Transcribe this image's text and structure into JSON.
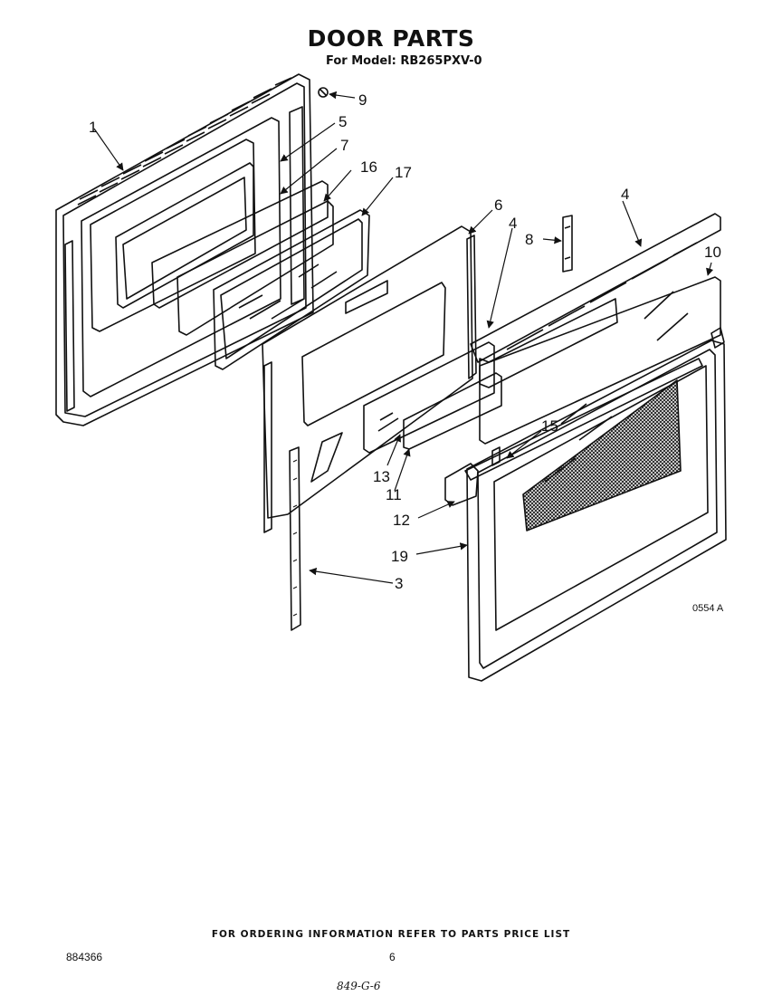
{
  "header": {
    "title": "DOOR PARTS",
    "subtitle": "For Model: RB265PXV-0"
  },
  "callouts": [
    "1",
    "5",
    "7",
    "16",
    "17",
    "9",
    "6",
    "4",
    "4",
    "8",
    "10",
    "15",
    "13",
    "11",
    "12",
    "19",
    "3"
  ],
  "reference_code": "0554 A",
  "footer": {
    "note": "FOR ORDERING INFORMATION REFER TO PARTS PRICE LIST",
    "doc_number": "884366",
    "page_number": "6",
    "handwritten": "849-G-6"
  }
}
